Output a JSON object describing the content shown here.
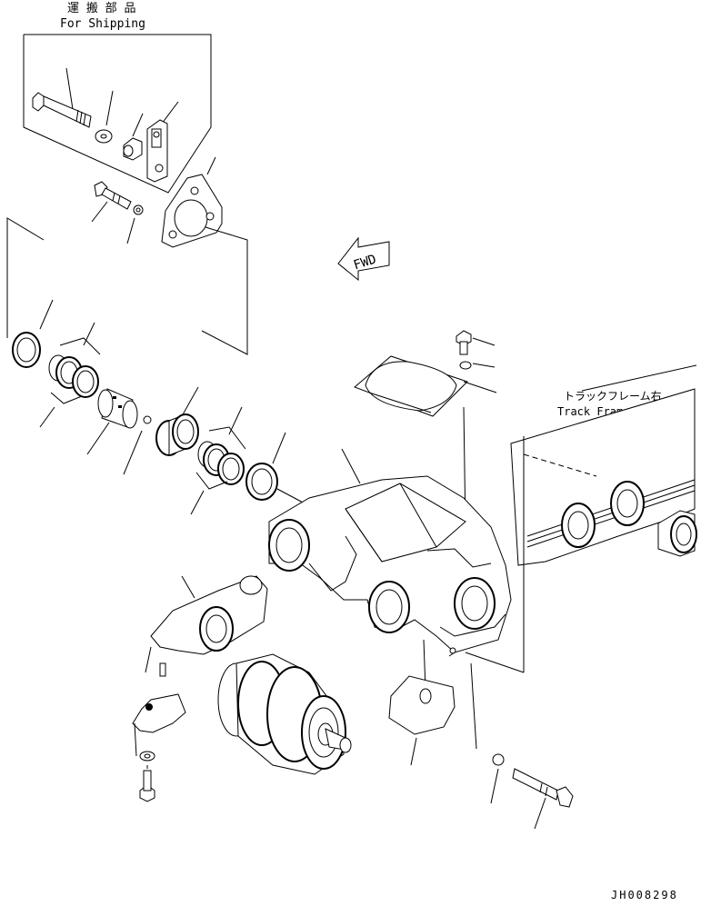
{
  "labels": {
    "shipping_jp": "運 搬 部 品",
    "shipping_en": "For Shipping",
    "fwd": "FWD",
    "track_frame_jp": "トラックフレーム右",
    "track_frame_en": "Track Frame R.H.",
    "drawing_code": "JH008298"
  }
}
